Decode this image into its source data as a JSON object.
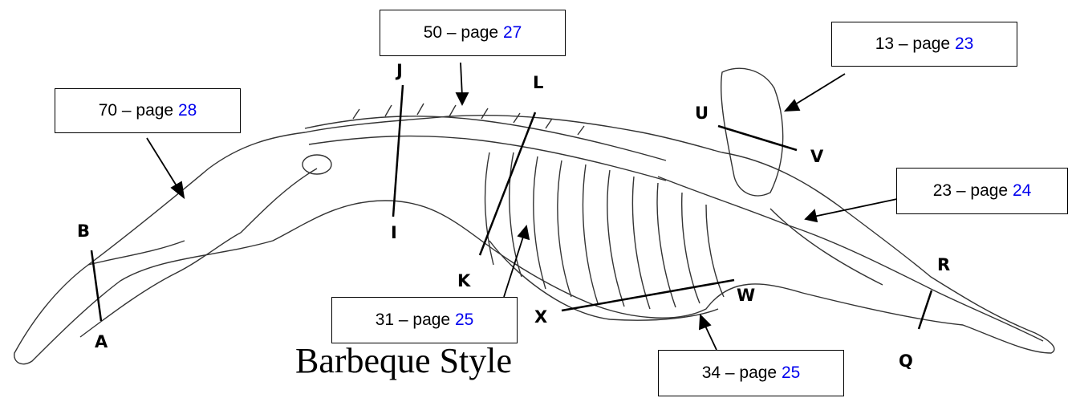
{
  "title": "Barbeque Style",
  "callouts": [
    {
      "number": "70",
      "sep": " – page ",
      "page": "28"
    },
    {
      "number": "50",
      "sep": " – page ",
      "page": "27"
    },
    {
      "number": "13",
      "sep": " – page ",
      "page": "23"
    },
    {
      "number": "23",
      "sep": " – page ",
      "page": "24"
    },
    {
      "number": "31",
      "sep": " – page ",
      "page": "25"
    },
    {
      "number": "34",
      "sep": " – page ",
      "page": "25"
    }
  ],
  "cut_letters": [
    "A",
    "B",
    "I",
    "J",
    "K",
    "L",
    "U",
    "V",
    "R",
    "Q",
    "W",
    "X"
  ],
  "colors": {
    "page_link": "#0000ee",
    "line": "#000000"
  }
}
